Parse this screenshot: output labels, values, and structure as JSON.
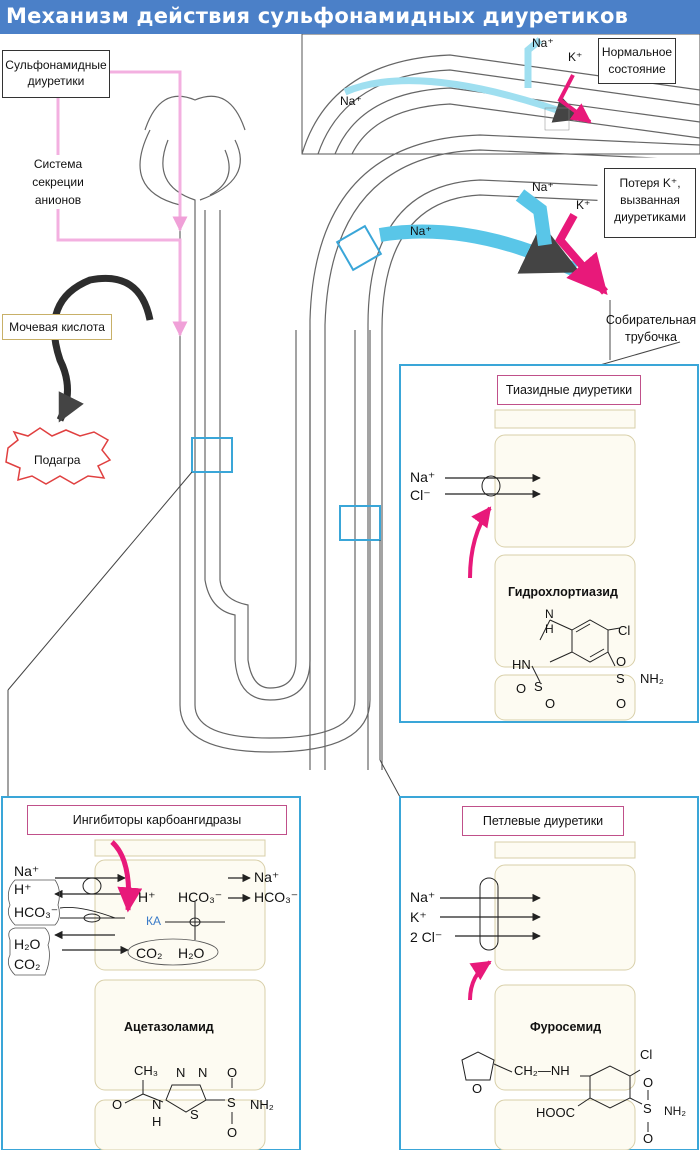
{
  "title": "Механизм действия сульфонамидных диуретиков",
  "labels": {
    "sulfonamide_diuretics": "Сульфонамидные диуретики",
    "anion_secretion": "Система секреции анионов",
    "uric_acid": "Мочевая кислота",
    "gout": "Подагра",
    "normal_state": "Нормальное состояние",
    "k_loss": "Потеря K⁺, вызванная диуретиками",
    "collecting_duct": "Собирательная трубочка"
  },
  "top_panel": {
    "na_top": "Na⁺",
    "k_top": "K⁺",
    "na_left": "Na⁺"
  },
  "mid_panel": {
    "na_top": "Na⁺",
    "k_top": "K⁺",
    "na_left": "Na⁺"
  },
  "thiazide": {
    "title": "Тиазидные диуретики",
    "ion1": "Na⁺",
    "ion2": "Cl⁻",
    "drug": "Гидрохлортиазид",
    "struct": {
      "nh_top": "N",
      "h_top": "H",
      "cl": "Cl",
      "hn": "HN",
      "s_ring": "S",
      "s_side": "S",
      "nh2": "NH₂",
      "o1": "O",
      "o2": "O",
      "o3": "O",
      "o4": "O"
    }
  },
  "carbonic": {
    "title": "Ингибиторы карбоангидразы",
    "left": [
      "Na⁺",
      "H⁺",
      "HCO₃⁻",
      "H₂O",
      "CO₂"
    ],
    "h_plus": "H⁺",
    "hco3_mid": "HCO₃⁻",
    "ka": "КА",
    "co2": "CO₂",
    "h2o": "H₂O",
    "right": [
      "Na⁺",
      "HCO₃⁻"
    ],
    "drug": "Ацетазоламид",
    "struct": {
      "ch3": "CH₃",
      "n1": "N",
      "n2": "N",
      "o_left": "O",
      "nh": "N",
      "h": "H",
      "s_ring": "S",
      "s_side": "S",
      "nh2": "NH₂",
      "o_top": "O",
      "o_bottom": "O"
    }
  },
  "loop": {
    "title": "Петлевые диуретики",
    "ions": [
      "Na⁺",
      "K⁺",
      "2 Cl⁻"
    ],
    "drug": "Фуросемид",
    "struct": {
      "o_furan": "O",
      "ch2nh": "CH₂—NH",
      "cl": "Cl",
      "o_top": "O",
      "s_side": "S",
      "nh2": "NH₂",
      "o_bottom": "O",
      "hooc": "HOOC"
    }
  },
  "colors": {
    "title_bg": "#4b80c8",
    "pink": "#e8197a",
    "light_pink": "#f3a3dc",
    "cyan": "#3fb9e0",
    "frame_blue": "#3aa6d8"
  }
}
